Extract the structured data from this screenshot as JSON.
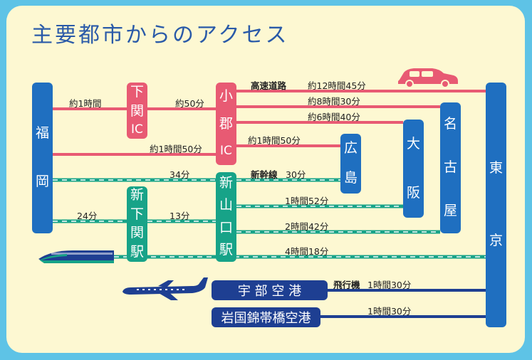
{
  "title": "主要都市からのアクセス",
  "nodes": {
    "fukuoka": [
      "福",
      "岡"
    ],
    "shimonoseki_ic": [
      "下",
      "関",
      "IC"
    ],
    "ogori_ic": [
      "小",
      "郡",
      "IC"
    ],
    "hiroshima": [
      "広",
      "島"
    ],
    "osaka": [
      "大",
      "阪"
    ],
    "nagoya": [
      "名",
      "古",
      "屋"
    ],
    "tokyo": [
      "東",
      "京"
    ],
    "shin_shimonoseki": [
      "新",
      "下",
      "関",
      "駅"
    ],
    "shin_yamaguchi": [
      "新",
      "山",
      "口",
      "駅"
    ],
    "ube_airport": "宇 部 空 港",
    "iwakuni_airport": "岩国錦帯橋空港"
  },
  "labels": {
    "fukuoka_shimonoseki": "約1時間",
    "shimonoseki_ogori": "約50分",
    "highway": "高速道路",
    "tokyo_road": "約12時間45分",
    "nagoya_road": "約8時間30分",
    "osaka_road": "約6時間40分",
    "hiroshima_road": "約1時間50分",
    "fukuoka_ogori": "約1時間50分",
    "fukuoka_shin_yamaguchi": "34分",
    "shinkansen": "新幹線",
    "hiroshima_train": "30分",
    "osaka_train": "1時間52分",
    "fukuoka_shin_shimonoseki": "24分",
    "shin_shimonoseki_yamaguchi": "13分",
    "nagoya_train": "2時間42分",
    "tokyo_train": "4時間18分",
    "airplane": "飛行機",
    "ube_flight": "1時間30分",
    "iwakuni_flight": "1時間30分"
  },
  "icons": [
    "car-icon",
    "shinkansen-icon",
    "airplane-icon"
  ],
  "colors": {
    "background": "#5ec3e6",
    "panel": "#fdf8d2",
    "title": "#2a5aa8",
    "city": "#1f6fc0",
    "road": "#e85a73",
    "rail": "#17a388",
    "air": "#1e3f92"
  }
}
